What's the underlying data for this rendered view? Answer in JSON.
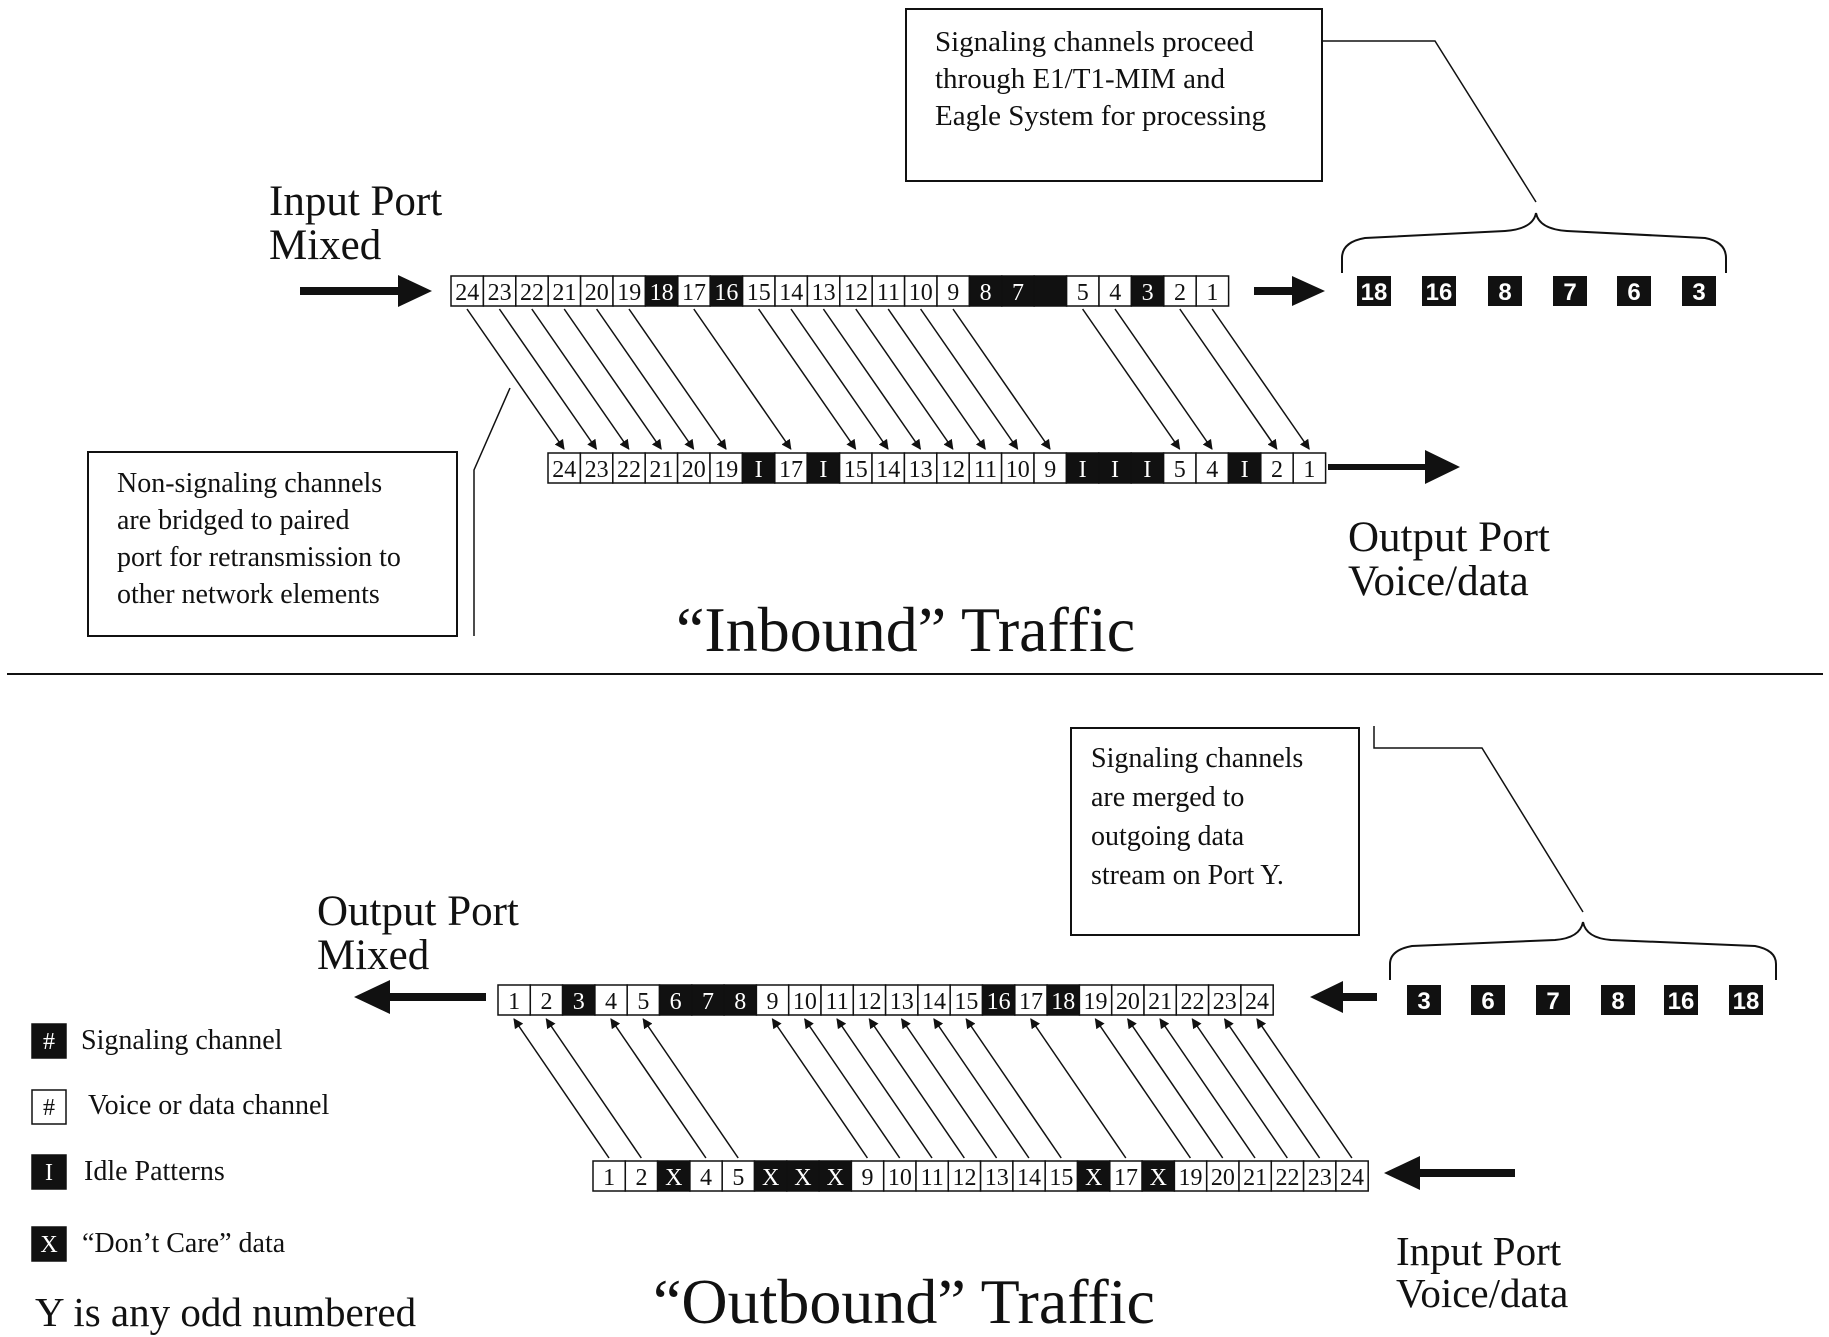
{
  "inbound": {
    "input_port_label": [
      "Input Port",
      "Mixed"
    ],
    "output_port_label": [
      "Output Port",
      "Voice/data"
    ],
    "note_top": [
      "Signaling channels proceed",
      "through E1/T1-MIM and",
      "Eagle System for processing"
    ],
    "note_left": [
      "Non-signaling channels",
      "are bridged to paired",
      "port for retransmission to",
      "other network elements"
    ],
    "title": "“Inbound” Traffic",
    "input_cells": [
      {
        "label": "24",
        "type": "voice"
      },
      {
        "label": "23",
        "type": "voice"
      },
      {
        "label": "22",
        "type": "voice"
      },
      {
        "label": "21",
        "type": "voice"
      },
      {
        "label": "20",
        "type": "voice"
      },
      {
        "label": "19",
        "type": "voice"
      },
      {
        "label": "18",
        "type": "signal"
      },
      {
        "label": "17",
        "type": "voice"
      },
      {
        "label": "16",
        "type": "signal"
      },
      {
        "label": "15",
        "type": "voice"
      },
      {
        "label": "14",
        "type": "voice"
      },
      {
        "label": "13",
        "type": "voice"
      },
      {
        "label": "12",
        "type": "voice"
      },
      {
        "label": "11",
        "type": "voice"
      },
      {
        "label": "10",
        "type": "voice"
      },
      {
        "label": "9",
        "type": "voice"
      },
      {
        "label": "8",
        "type": "signal"
      },
      {
        "label": "7",
        "type": "signal"
      },
      {
        "label": "",
        "type": "signal"
      },
      {
        "label": "5",
        "type": "voice"
      },
      {
        "label": "4",
        "type": "voice"
      },
      {
        "label": "3",
        "type": "signal"
      },
      {
        "label": "2",
        "type": "voice"
      },
      {
        "label": "1",
        "type": "voice"
      }
    ],
    "output_cells": [
      {
        "label": "24",
        "type": "voice"
      },
      {
        "label": "23",
        "type": "voice"
      },
      {
        "label": "22",
        "type": "voice"
      },
      {
        "label": "21",
        "type": "voice"
      },
      {
        "label": "20",
        "type": "voice"
      },
      {
        "label": "19",
        "type": "voice"
      },
      {
        "label": "I",
        "type": "idle"
      },
      {
        "label": "17",
        "type": "voice"
      },
      {
        "label": "I",
        "type": "idle"
      },
      {
        "label": "15",
        "type": "voice"
      },
      {
        "label": "14",
        "type": "voice"
      },
      {
        "label": "13",
        "type": "voice"
      },
      {
        "label": "12",
        "type": "voice"
      },
      {
        "label": "11",
        "type": "voice"
      },
      {
        "label": "10",
        "type": "voice"
      },
      {
        "label": "9",
        "type": "voice"
      },
      {
        "label": "I",
        "type": "idle"
      },
      {
        "label": "I",
        "type": "idle"
      },
      {
        "label": "I",
        "type": "idle"
      },
      {
        "label": "5",
        "type": "voice"
      },
      {
        "label": "4",
        "type": "voice"
      },
      {
        "label": "I",
        "type": "idle"
      },
      {
        "label": "2",
        "type": "voice"
      },
      {
        "label": "1",
        "type": "voice"
      }
    ],
    "signaling_out": [
      "18",
      "16",
      "8",
      "7",
      "6",
      "3"
    ]
  },
  "outbound": {
    "output_port_label": [
      "Output Port",
      "Mixed"
    ],
    "input_port_label": [
      "Input Port",
      "Voice/data"
    ],
    "note": [
      "Signaling channels",
      "are merged to",
      "outgoing data",
      "stream on Port Y."
    ],
    "title": "“Outbound” Traffic",
    "mixed_cells": [
      {
        "label": "1",
        "type": "voice"
      },
      {
        "label": "2",
        "type": "voice"
      },
      {
        "label": "3",
        "type": "signal"
      },
      {
        "label": "4",
        "type": "voice"
      },
      {
        "label": "5",
        "type": "voice"
      },
      {
        "label": "6",
        "type": "signal"
      },
      {
        "label": "7",
        "type": "signal"
      },
      {
        "label": "8",
        "type": "signal"
      },
      {
        "label": "9",
        "type": "voice"
      },
      {
        "label": "10",
        "type": "voice"
      },
      {
        "label": "11",
        "type": "voice"
      },
      {
        "label": "12",
        "type": "voice"
      },
      {
        "label": "13",
        "type": "voice"
      },
      {
        "label": "14",
        "type": "voice"
      },
      {
        "label": "15",
        "type": "voice"
      },
      {
        "label": "16",
        "type": "signal"
      },
      {
        "label": "17",
        "type": "voice"
      },
      {
        "label": "18",
        "type": "signal"
      },
      {
        "label": "19",
        "type": "voice"
      },
      {
        "label": "20",
        "type": "voice"
      },
      {
        "label": "21",
        "type": "voice"
      },
      {
        "label": "22",
        "type": "voice"
      },
      {
        "label": "23",
        "type": "voice"
      },
      {
        "label": "24",
        "type": "voice"
      }
    ],
    "input_cells": [
      {
        "label": "1",
        "type": "voice"
      },
      {
        "label": "2",
        "type": "voice"
      },
      {
        "label": "X",
        "type": "dontcare"
      },
      {
        "label": "4",
        "type": "voice"
      },
      {
        "label": "5",
        "type": "voice"
      },
      {
        "label": "X",
        "type": "dontcare"
      },
      {
        "label": "X",
        "type": "dontcare"
      },
      {
        "label": "X",
        "type": "dontcare"
      },
      {
        "label": "9",
        "type": "voice"
      },
      {
        "label": "10",
        "type": "voice"
      },
      {
        "label": "11",
        "type": "voice"
      },
      {
        "label": "12",
        "type": "voice"
      },
      {
        "label": "13",
        "type": "voice"
      },
      {
        "label": "14",
        "type": "voice"
      },
      {
        "label": "15",
        "type": "voice"
      },
      {
        "label": "X",
        "type": "dontcare"
      },
      {
        "label": "17",
        "type": "voice"
      },
      {
        "label": "X",
        "type": "dontcare"
      },
      {
        "label": "19",
        "type": "voice"
      },
      {
        "label": "20",
        "type": "voice"
      },
      {
        "label": "21",
        "type": "voice"
      },
      {
        "label": "22",
        "type": "voice"
      },
      {
        "label": "23",
        "type": "voice"
      },
      {
        "label": "24",
        "type": "voice"
      }
    ],
    "signaling_in": [
      "3",
      "6",
      "7",
      "8",
      "16",
      "18"
    ]
  },
  "legend": [
    {
      "symbol": "#",
      "type": "signal",
      "label": "Signaling channel"
    },
    {
      "symbol": "#",
      "type": "voice",
      "label": "Voice or data channel"
    },
    {
      "symbol": "I",
      "type": "signal",
      "label": "Idle Patterns"
    },
    {
      "symbol": "X",
      "type": "signal",
      "label": "“Don’t Care” data"
    }
  ],
  "footnote": "Y is any odd numbered",
  "colors": {
    "ink": "#111111",
    "paper": "#ffffff"
  }
}
